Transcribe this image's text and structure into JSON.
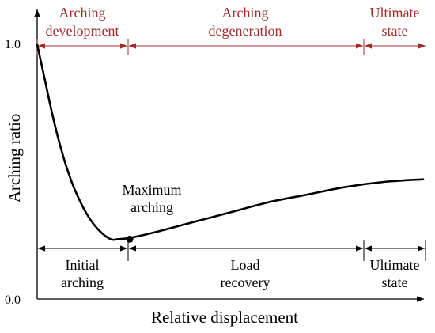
{
  "chart_data": {
    "type": "line",
    "xlabel": "Relative displacement",
    "ylabel": "Arching ratio",
    "y_ticks": [
      "1.0",
      "0.0"
    ],
    "ylim": [
      0.0,
      1.0
    ],
    "xlim": [
      0,
      1
    ],
    "series": [
      {
        "x": [
          0,
          0.02,
          0.04,
          0.06,
          0.08,
          0.1,
          0.13,
          0.16,
          0.19,
          0.21,
          0.24,
          0.3,
          0.4,
          0.5,
          0.6,
          0.7,
          0.8,
          0.9,
          1.0
        ],
        "values": [
          1.0,
          0.86,
          0.72,
          0.6,
          0.5,
          0.42,
          0.33,
          0.27,
          0.235,
          0.235,
          0.24,
          0.26,
          0.3,
          0.34,
          0.38,
          0.41,
          0.44,
          0.46,
          0.47
        ]
      }
    ],
    "max_arching_point": {
      "x": 0.24,
      "y": 0.235
    },
    "phase_boundaries": [
      0.24,
      0.86
    ],
    "top_phases": [
      {
        "lines": [
          "Arching",
          "development"
        ],
        "from": 0,
        "to": 0.24
      },
      {
        "lines": [
          "Arching",
          "degeneration"
        ],
        "from": 0.24,
        "to": 0.86
      },
      {
        "lines": [
          "Ultimate",
          "state"
        ],
        "from": 0.86,
        "to": 1.0
      }
    ],
    "bottom_phases": [
      {
        "lines": [
          "Initial",
          "arching"
        ],
        "from": 0,
        "to": 0.24
      },
      {
        "lines": [
          "Load",
          "recovery"
        ],
        "from": 0.24,
        "to": 0.86
      },
      {
        "lines": [
          "Ultimate",
          "state"
        ],
        "from": 0.86,
        "to": 1.0
      }
    ],
    "annotation": [
      "Maximum",
      "arching"
    ],
    "colors": {
      "top_phase": "#a52a2a",
      "bottom_phase": "#000000",
      "curve": "#000000"
    }
  }
}
